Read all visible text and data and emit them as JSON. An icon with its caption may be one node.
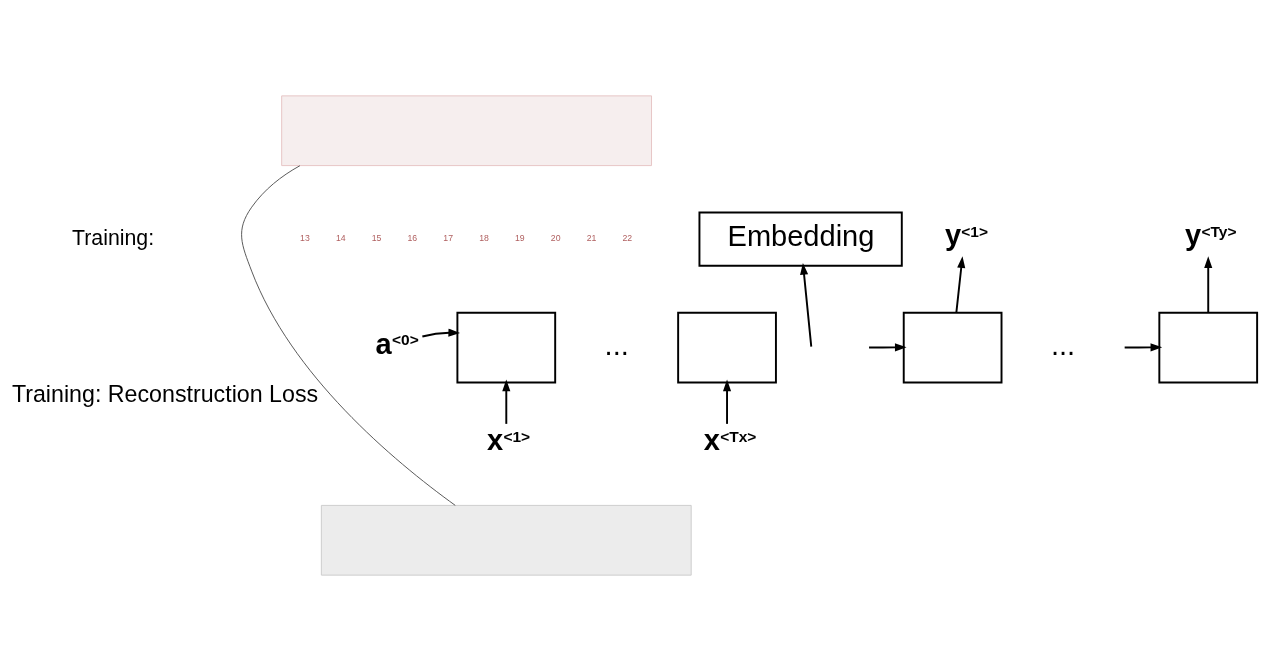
{
  "diagram": {
    "nodes": [
      {
        "text": [
          "Embedding"
        ]
      },
      {
        "text": [],
        "shape": "box"
      },
      {
        "text": [],
        "shape": "box"
      },
      {
        "text": [],
        "shape": "box"
      },
      {
        "text": [],
        "shape": "box"
      },
      {
        "text": [
          "a$^{<0>}$"
        ]
      },
      {
        "text": [
          "x$^{<1>}$"
        ]
      },
      {
        "text": [
          "x$^{<Tx>}$"
        ]
      },
      {
        "text": [
          "y$^{<1>}$"
        ]
      },
      {
        "text": [
          "y$^{<Ty>}$"
        ]
      },
      {
        "text": [],
        "shape": "box"
      },
      {
        "text": [],
        "shape": "box"
      }
    ],
    "edges": [
      {
        "from": 5,
        "to": 1,
        "arrow": "to"
      },
      {
        "from": 6,
        "to": 1,
        "arrow": "to"
      },
      {
        "from": 7,
        "to": 2,
        "arrow": "to"
      },
      {
        "from": null,
        "to": 0,
        "arrow": "to"
      },
      {
        "from": null,
        "to": 3,
        "arrow": "to"
      },
      {
        "from": null,
        "to": 4,
        "arrow": "to"
      },
      {
        "from": 3,
        "to": 8,
        "arrow": "to"
      },
      {
        "from": 4,
        "to": 9,
        "arrow": "to"
      },
      {
        "from": 10,
        "to": 11,
        "arrow": "none",
        "label": "Training: Reconstruction Loss"
      }
    ],
    "labels": [
      "Training:",
      "...",
      "...",
      "13",
      "14",
      "15",
      "16",
      "17",
      "18",
      "19",
      "20",
      "21",
      "22"
    ]
  }
}
